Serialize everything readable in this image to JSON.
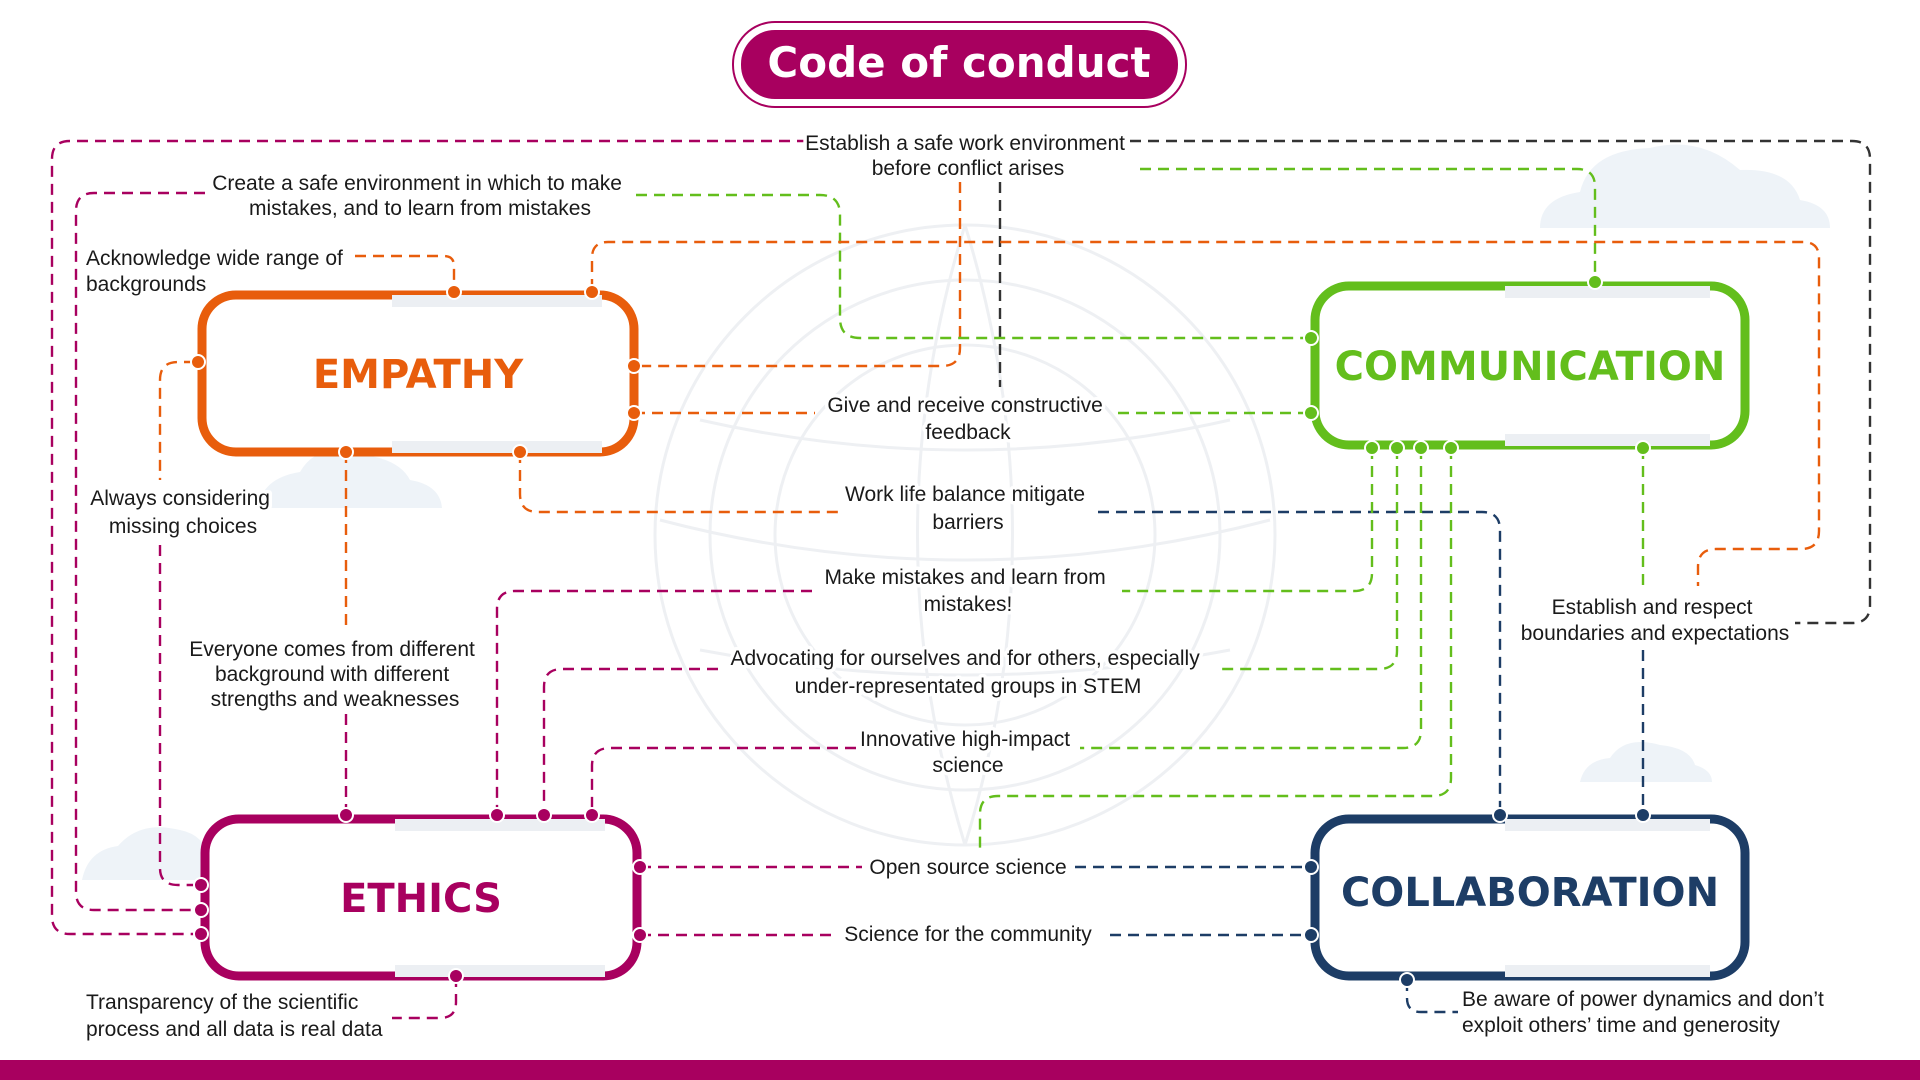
{
  "title": "Code of conduct",
  "colors": {
    "empathy": "#e85d0c",
    "communication": "#63be1c",
    "ethics": "#a8005f",
    "collaboration": "#1d3d66",
    "neutral": "#333333",
    "footer": "#a8005f"
  },
  "nodes": {
    "empathy": "EMPATHY",
    "communication": "COMMUNICATION",
    "ethics": "ETHICS",
    "collaboration": "COLLABORATION"
  },
  "statements": {
    "safe_work": [
      "Establish a safe work environment",
      "before conflict arises"
    ],
    "safe_mistakes": [
      "Create a safe environment in which to make",
      "mistakes, and to learn from mistakes"
    ],
    "backgrounds": [
      "Acknowledge wide range of",
      "backgrounds"
    ],
    "feedback": [
      "Give and receive constructive",
      "feedback"
    ],
    "missing_choices": [
      "Always considering",
      "missing choices"
    ],
    "work_life": [
      "Work life balance mitigate",
      "barriers"
    ],
    "learn_mistakes": [
      "Make mistakes and learn from",
      "mistakes!"
    ],
    "boundaries": [
      "Establish and respect",
      "boundaries and expectations"
    ],
    "strengths": [
      "Everyone comes from different",
      "background with different",
      "strengths and weaknesses"
    ],
    "advocating": [
      "Advocating for ourselves and for others, especially",
      "under-representated groups in STEM"
    ],
    "innovative": [
      "Innovative high-impact",
      "science"
    ],
    "open_source": [
      "Open source science"
    ],
    "community": [
      "Science for the community"
    ],
    "transparency": [
      "Transparency of the scientific",
      "process and all data is real data"
    ],
    "power": [
      "Be aware of power dynamics and don’t",
      "exploit others’ time and generosity"
    ]
  }
}
